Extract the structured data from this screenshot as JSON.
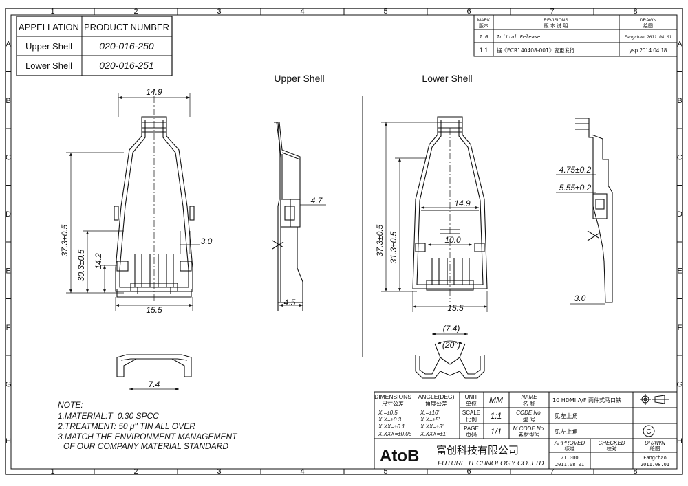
{
  "grid": {
    "columns": [
      "1",
      "2",
      "3",
      "4",
      "5",
      "6",
      "7",
      "8"
    ],
    "rows": [
      "A",
      "B",
      "C",
      "D",
      "E",
      "F",
      "G",
      "H"
    ]
  },
  "appellation_table": {
    "col1_header": "APPELLATION",
    "col2_header": "PRODUCT NUMBER",
    "rows": [
      {
        "name": "Upper Shell",
        "number": "020-016-250"
      },
      {
        "name": "Lower Shell",
        "number": "020-016-251"
      }
    ]
  },
  "revisions": {
    "header_mark": "MARK",
    "header_mark_cn": "版本",
    "header_rev": "REVISIONS",
    "header_rev_cn": "版 本 说 明",
    "header_drawn": "DRAWN",
    "header_drawn_cn": "绘图",
    "entries": [
      {
        "mark": "1.0",
        "desc": "Initial Release",
        "drawn": "Fangchao 2011.08.01"
      },
      {
        "mark": "1.1",
        "desc": "据《ECR140408-001》变更发行",
        "drawn": "ysp 2014.04.18"
      }
    ]
  },
  "views": {
    "upper_title": "Upper Shell",
    "lower_title": "Lower Shell"
  },
  "dimensions": {
    "u_width_top": "14.9",
    "u_height": "37.3±0.5",
    "u_mid": "30.3±0.5",
    "u_low": "14.2",
    "u_right": "3.0",
    "u_width_bottom": "15.5",
    "u_side_a": "4.7",
    "u_side_b": "4.5",
    "u_bottom_w": "7.4",
    "l_height": "37.3±0.5",
    "l_mid": "31.3±0.5",
    "l_width_in": "14.9",
    "l_center": "10.0",
    "l_width_bottom": "15.5",
    "l_side_a": "4.75±0.2",
    "l_side_b": "5.55±0.2",
    "l_side_c": "3.0",
    "l_bottom_w": "(7.4)",
    "l_bottom_ang": "(20°)"
  },
  "notes": {
    "title": "NOTE:",
    "lines": [
      "1.MATERIAL:T=0.30 SPCC",
      "2.TREATMENT: 50 μ\" TIN ALL OVER",
      "3.MATCH THE ENVIRONMENT MANAGEMENT",
      "OF OUR COMPANY MATERIAL STANDARD"
    ]
  },
  "title_block": {
    "dim_header": "DIMENSIONS",
    "dim_header_cn": "尺寸公差",
    "ang_header": "ANGLE(DEG)",
    "ang_header_cn": "角度公差",
    "tol_dim": [
      "X.=±0.5",
      "X.X=±0.3",
      "X.XX=±0.1",
      "X.XXX=±0.05"
    ],
    "tol_ang": [
      "X.=±10'",
      "X.X=±5'",
      "X.XX=±3'",
      "X.XXX=±1'"
    ],
    "unit_label": "UNIT",
    "unit_label_cn": "单位",
    "unit_value": "MM",
    "scale_label": "SCALE",
    "scale_label_cn": "比例",
    "scale_value": "1:1",
    "page_label": "PAGE",
    "page_label_cn": "页码",
    "page_value": "1/1",
    "name_label": "NAME",
    "name_label_cn": "名 称",
    "name_value": "10 HDMI A/F 两件式马口铁",
    "code_label": "CODE No.",
    "code_label_cn": "型 号",
    "code_value": "见左上角",
    "mcode_label": "M CODE No.",
    "mcode_label_cn": "素材型号",
    "mcode_value": "见左上角",
    "company_logo": "AtoB",
    "company_cn": "富创科技有限公司",
    "company_en": "FUTURE TECHNOLOGY CO.,LTD",
    "approved_label": "APPROVED",
    "approved_cn": "核准",
    "approved_name": "ZT.GUO",
    "approved_date": "2011.08.01",
    "checked_label": "CHECKED",
    "checked_cn": "校对",
    "drawn_label": "DRAWN",
    "drawn_cn": "绘图",
    "drawn_name": "Fangchao",
    "drawn_date": "2011.08.01",
    "copyright_mark": "C"
  }
}
